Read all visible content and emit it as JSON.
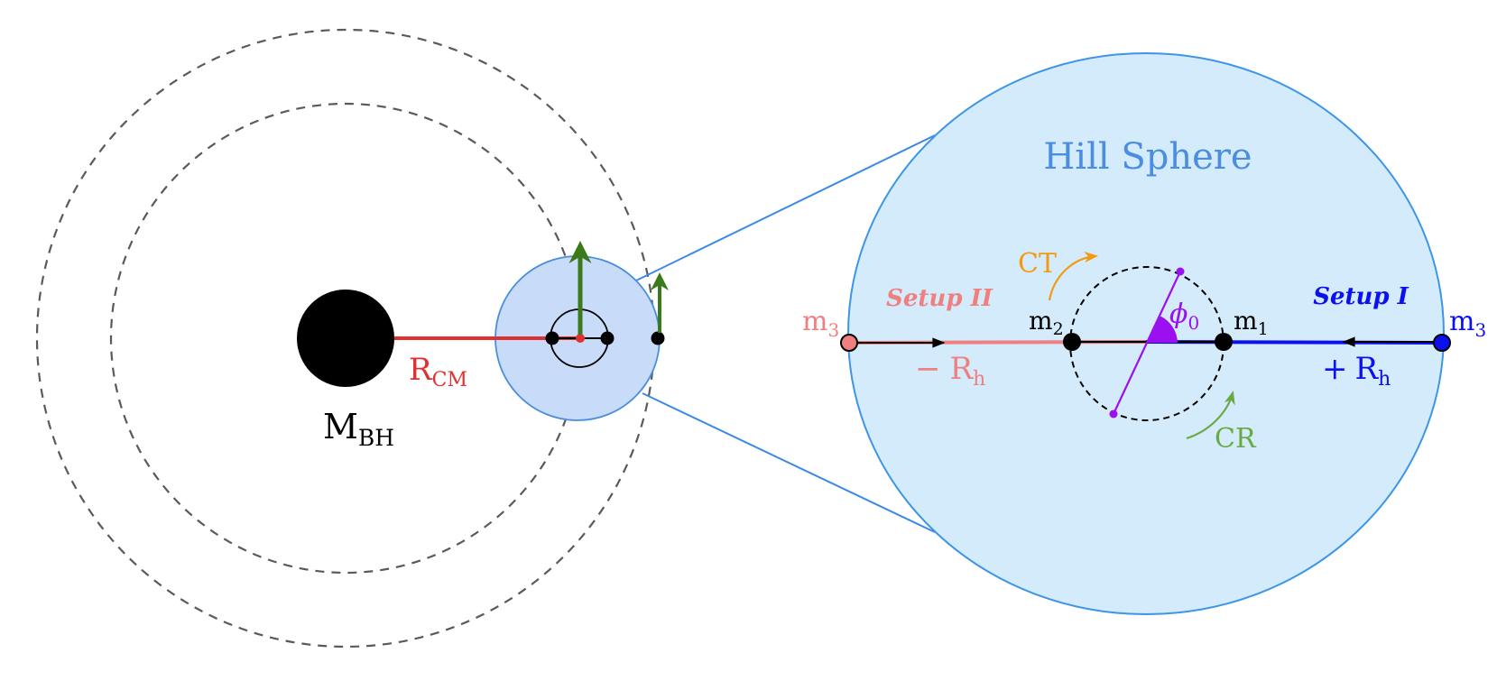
{
  "labels": {
    "mbh_main": "M",
    "mbh_sub": "BH",
    "rcm_main": "R",
    "rcm_sub": "CM",
    "hill_title": "Hill Sphere",
    "m3": "m",
    "m3_sub": "3",
    "m2": "m",
    "m2_sub": "2",
    "m1": "m",
    "m1_sub": "1",
    "setup_1": "Setup I",
    "setup_2": "Setup II",
    "minus_rh_sign": "−",
    "plus_rh_sign": "+",
    "rh_main": "R",
    "rh_sub": "h",
    "ct": "CT",
    "cr": "CR",
    "phi": "ϕ",
    "phi_sub": "0"
  },
  "colors": {
    "black_hole": "#000000",
    "rcm": "#e03030",
    "hill_fill": "#d4ebfb",
    "hill_stroke": "#3d95e8",
    "small_hill_fill": "#c8dcfa",
    "small_hill_stroke": "#4a8fdc",
    "velocity_arrow": "#3a7a1a",
    "setup_1": "#0a10f0",
    "setup_2": "#f08080",
    "ct": "#f39a12",
    "cr": "#6aaa45",
    "phi": "#9b10f0",
    "orbit_dash": "#555555",
    "hill_title": "#4b8de0"
  }
}
